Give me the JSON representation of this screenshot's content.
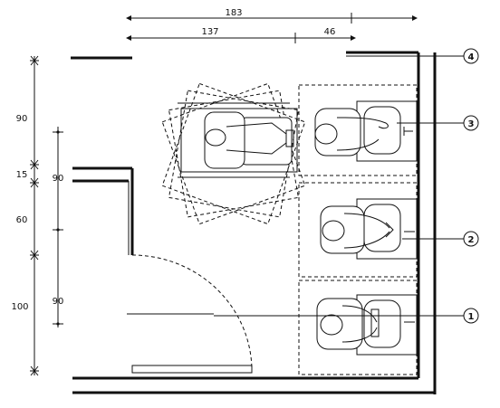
{
  "dimensions": {
    "top_overall": "183",
    "top_left": "137",
    "top_right": "46",
    "left_outer": [
      "90",
      "15",
      "60",
      "100"
    ],
    "left_inner": [
      "90",
      "90"
    ]
  },
  "callouts": [
    "1",
    "2",
    "3",
    "4"
  ]
}
